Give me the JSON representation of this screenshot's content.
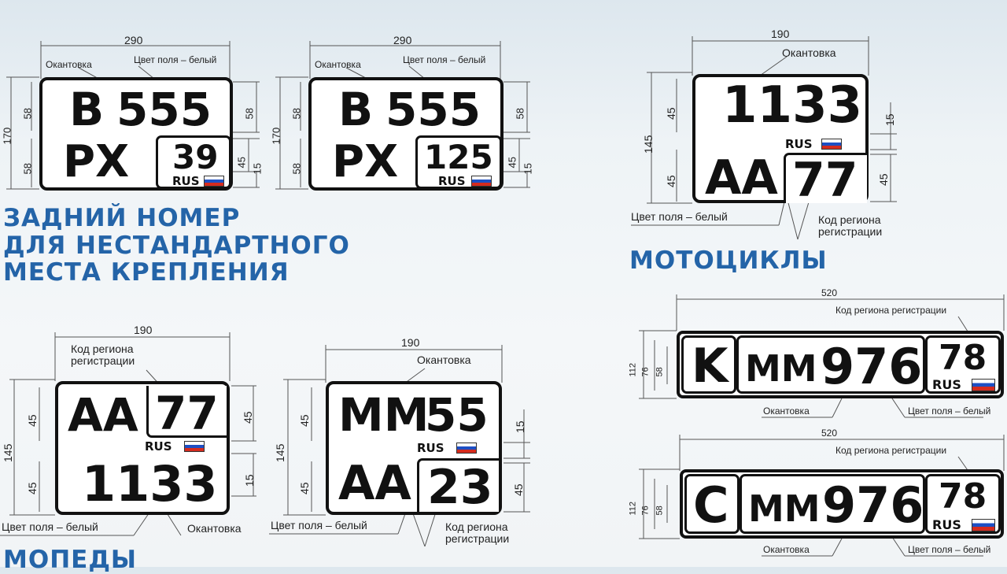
{
  "labels": {
    "border": "Окантовка",
    "field_white": "Цвет поля – белый",
    "region_code_line1": "Код региона",
    "region_code_line2": "регистрации",
    "region_code_full": "Код региона регистрации",
    "rus": "RUS"
  },
  "titles": {
    "rear_line1": "ЗАДНИЙ НОМЕР",
    "rear_line2": "ДЛЯ НЕСТАНДАРТНОГО",
    "rear_line3": "МЕСТА КРЕПЛЕНИЯ",
    "moto": "МОТОЦИКЛЫ",
    "mopeds": "МОПЕДЫ"
  },
  "plates": {
    "rear1": {
      "letter": "B",
      "digits": "555",
      "series": "PX",
      "region": "39",
      "width": "290",
      "height": "170",
      "h1": "58",
      "h2": "58",
      "r1": "58",
      "r2": "45",
      "r3": "15"
    },
    "rear2": {
      "letter": "B",
      "digits": "555",
      "series": "PX",
      "region": "125",
      "width": "290",
      "height": "170",
      "h1": "58",
      "h2": "58",
      "r1": "58",
      "r2": "45",
      "r3": "15"
    },
    "moto": {
      "digits": "1133",
      "series": "AA",
      "region": "77",
      "width": "190",
      "height": "145",
      "h1": "45",
      "h2": "45",
      "r1": "15",
      "r2": "45"
    },
    "moped1": {
      "series": "AA",
      "region": "77",
      "digits": "1133",
      "width": "190",
      "height": "145",
      "h1": "45",
      "h2": "45",
      "r1": "45",
      "r2": "15"
    },
    "moped2": {
      "series": "MM",
      "digits": "55",
      "series2": "AA",
      "region": "23",
      "width": "190",
      "height": "145",
      "h1": "45",
      "h2": "45",
      "r1": "15",
      "r2": "45"
    },
    "trailer1": {
      "letter": "K",
      "series": "MM",
      "digits": "976",
      "region": "78",
      "width": "520",
      "h1": "112",
      "h2": "76",
      "h3": "58"
    },
    "trailer2": {
      "letter": "C",
      "series": "MM",
      "digits": "976",
      "region": "78",
      "width": "520",
      "h1": "112",
      "h2": "76",
      "h3": "58"
    }
  },
  "colors": {
    "title": "#2464a8",
    "flag_blue": "#1d4fc4",
    "flag_red": "#d52b1e"
  }
}
